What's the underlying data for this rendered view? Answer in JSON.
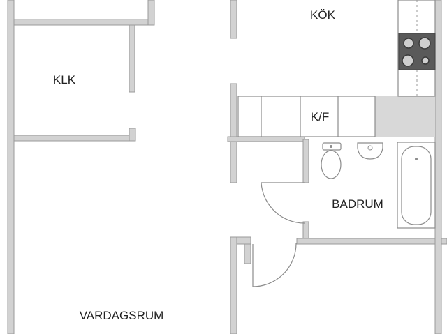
{
  "rooms": {
    "kok": "KÖK",
    "klk": "KLK",
    "kf": "K/F",
    "badrum": "BADRUM",
    "vardagsrum": "VARDAGSRUM"
  },
  "colors": {
    "wall": "#d2d2d2",
    "stove": "#5a5a5a",
    "text": "#222222"
  }
}
